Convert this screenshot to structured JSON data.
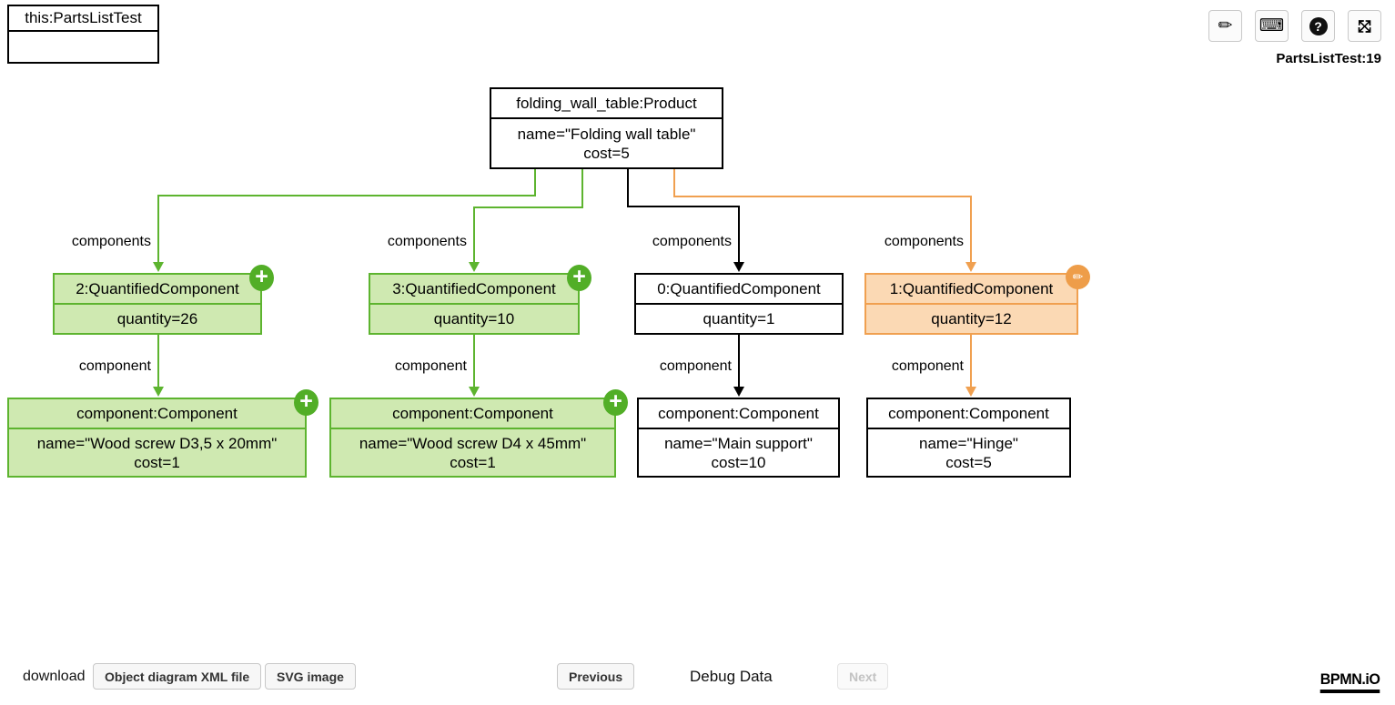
{
  "colors": {
    "green_stroke": "#5db42f",
    "green_fill": "#cfe9b1",
    "green_badge": "#52ae27",
    "orange_stroke": "#f0a050",
    "orange_fill": "#fbd9b4",
    "orange_badge": "#ee9d49",
    "black_stroke": "#000000",
    "node_fill": "#ffffff"
  },
  "instance_box": {
    "title": "this:PartsListTest"
  },
  "toolbar": {
    "icons": {
      "pencil": "✏",
      "keyboard": "⌨",
      "help": "?",
      "expand_a": "⤡",
      "expand_b": "⤢"
    },
    "model_ref": "PartsListTest:19"
  },
  "badges": {
    "plus": "+",
    "pencil": "✏"
  },
  "diagram": {
    "root": {
      "title": "folding_wall_table:Product",
      "attr1": "name=\"Folding wall table\"",
      "attr2": "cost=5"
    },
    "children": [
      {
        "title": "2:QuantifiedComponent",
        "attr1": "quantity=26",
        "link_label": "components",
        "status": "added"
      },
      {
        "title": "3:QuantifiedComponent",
        "attr1": "quantity=10",
        "link_label": "components",
        "status": "added"
      },
      {
        "title": "0:QuantifiedComponent",
        "attr1": "quantity=1",
        "link_label": "components",
        "status": "unchanged"
      },
      {
        "title": "1:QuantifiedComponent",
        "attr1": "quantity=12",
        "link_label": "components",
        "status": "modified"
      }
    ],
    "components": [
      {
        "title": "component:Component",
        "attr1": "name=\"Wood screw D3,5 x 20mm\"",
        "attr2": "cost=1",
        "link_label": "component",
        "status": "added"
      },
      {
        "title": "component:Component",
        "attr1": "name=\"Wood screw D4 x 45mm\"",
        "attr2": "cost=1",
        "link_label": "component",
        "status": "added"
      },
      {
        "title": "component:Component",
        "attr1": "name=\"Main support\"",
        "attr2": "cost=10",
        "link_label": "component",
        "status": "unchanged"
      },
      {
        "title": "component:Component",
        "attr1": "name=\"Hinge\"",
        "attr2": "cost=5",
        "link_label": "component",
        "status": "unchanged"
      }
    ]
  },
  "footer": {
    "download_label": "download",
    "xml_button": "Object diagram XML file",
    "svg_button": "SVG image",
    "previous_button": "Previous",
    "debug_label": "Debug Data",
    "next_button": "Next",
    "logo": "BPMN.iO"
  }
}
